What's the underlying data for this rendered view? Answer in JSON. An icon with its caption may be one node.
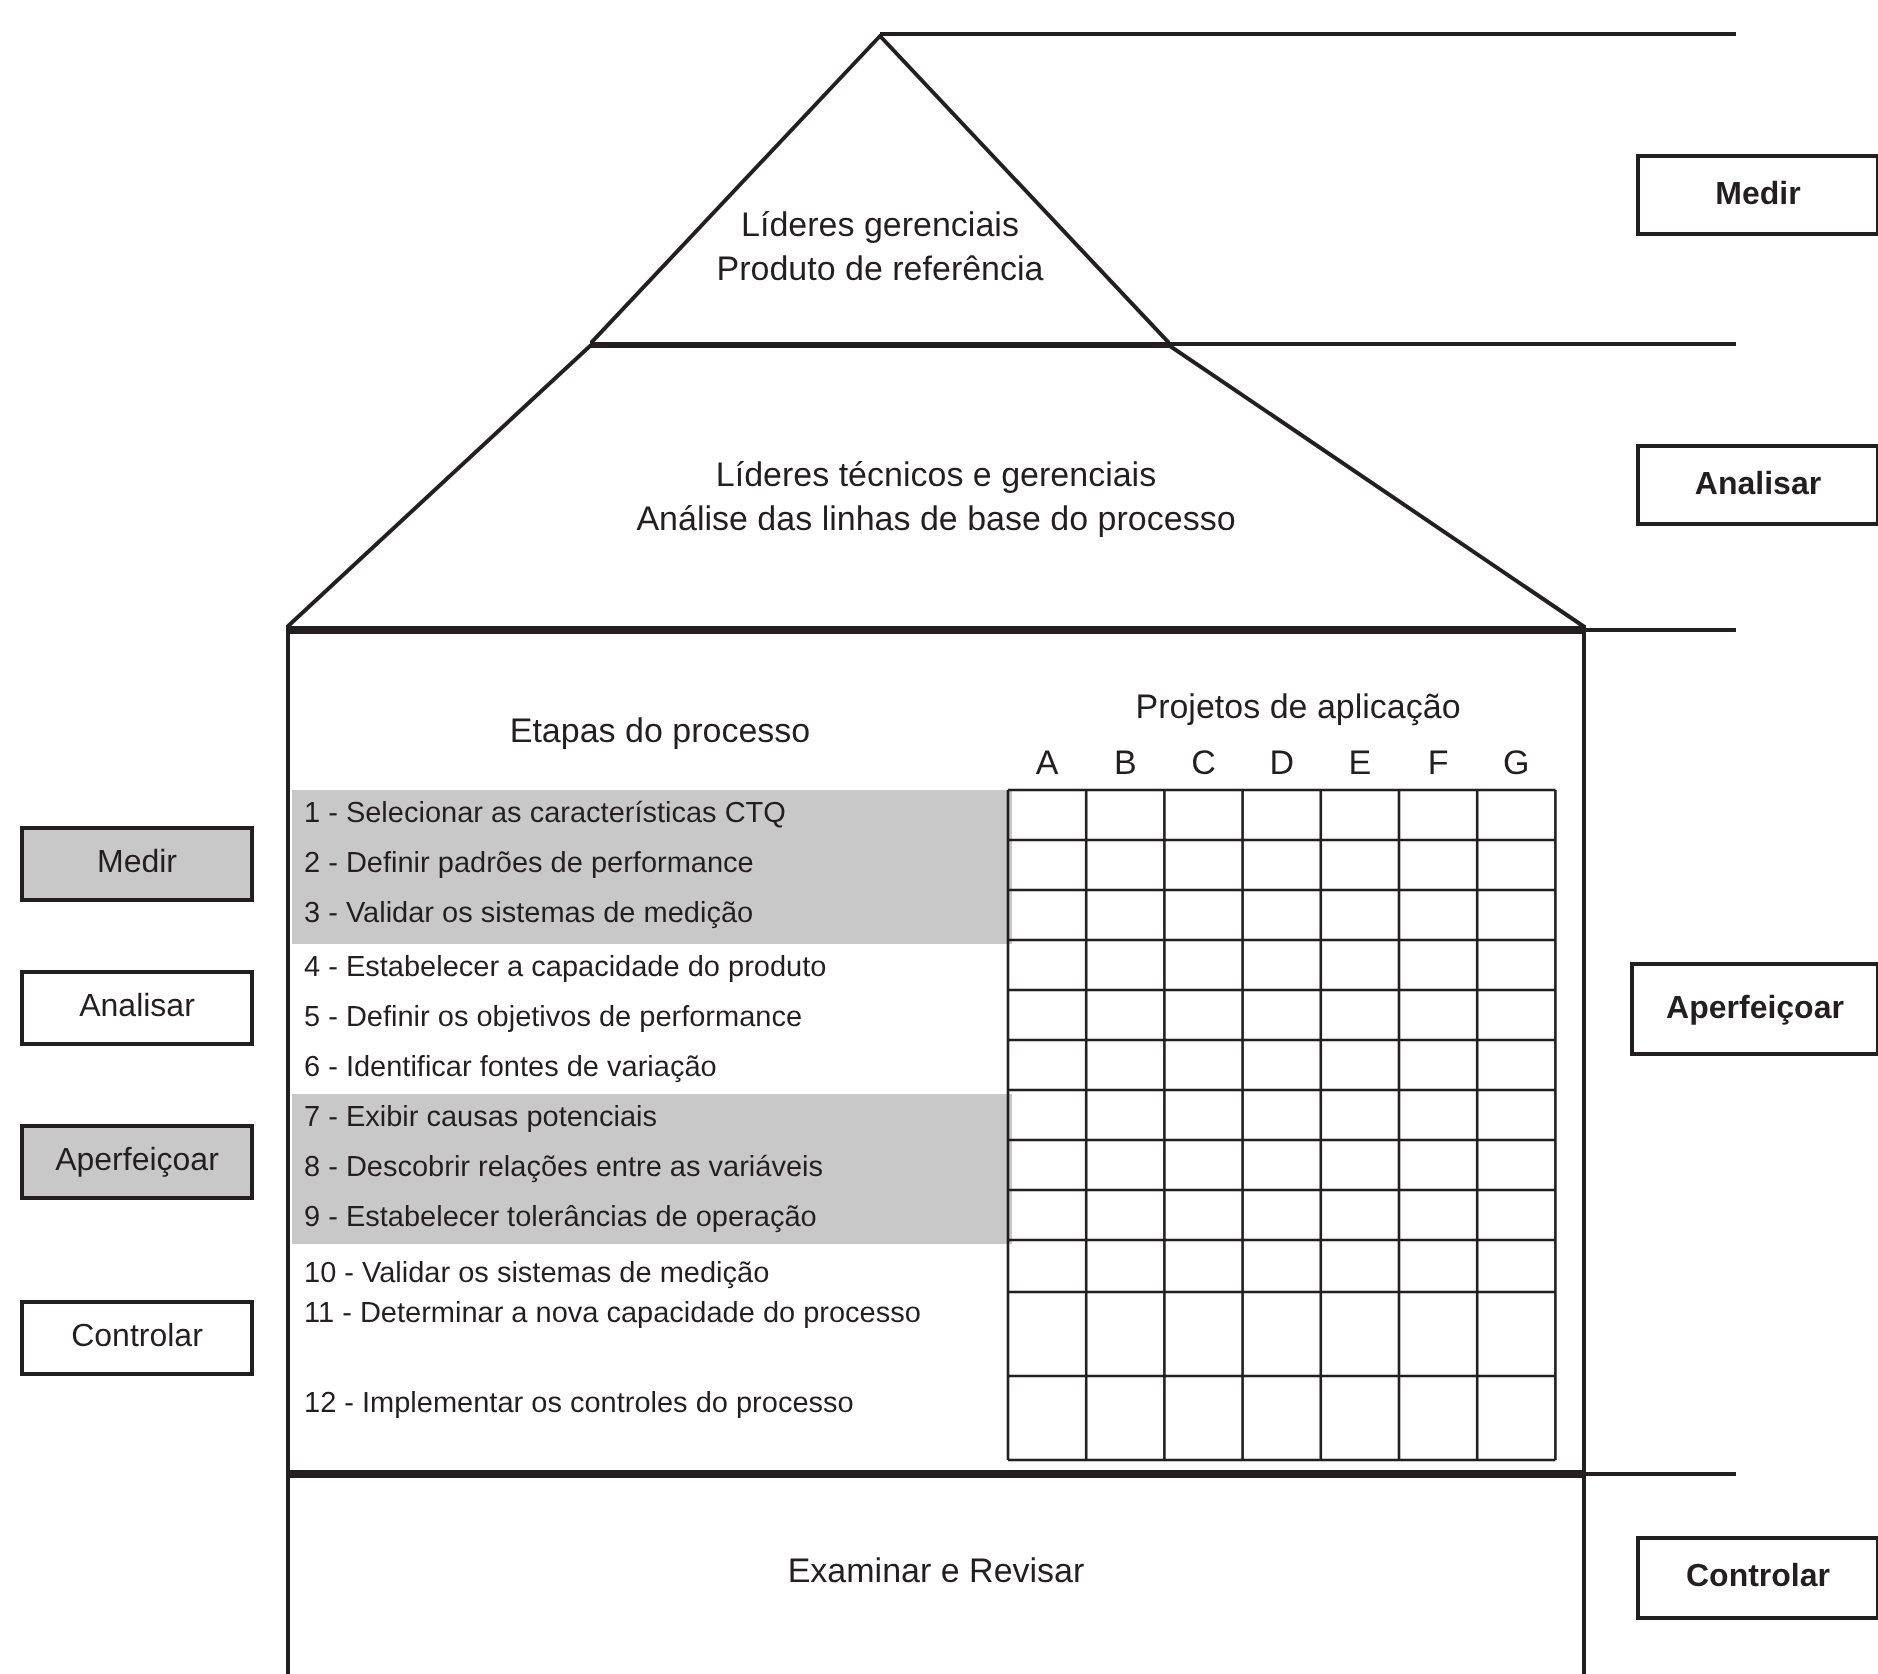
{
  "diagram": {
    "nodes": [
      {
        "text": [
          "Líderes gerenciais",
          "Produto de referência"
        ]
      },
      {
        "text": [
          "Líderes técnicos e gerenciais",
          "Análise das linhas de base do processo"
        ]
      },
      {
        "text": [
          "Etapas do processo",
          "Projetos de aplicação"
        ]
      },
      {
        "text": [
          "1 - Selecionar as características CTQ",
          "2 - Definir padrões de performance",
          "3 - Validar os sistemas de medição"
        ],
        "in": 2
      },
      {
        "text": [
          "4 - Estabelecer a capacidade do produto",
          "5 - Definir os objetivos de performance",
          "6 - Identificar fontes de variação"
        ],
        "in": 2
      },
      {
        "text": [
          "7 - Exibir causas potenciais",
          "8 - Descobrir relações entre as variáveis",
          "9 - Estabelecer tolerâncias de operação"
        ],
        "in": 2
      },
      {
        "text": [
          "10 - Validar os sistemas de medição",
          "11 - Determinar a nova capacidade do processo",
          "12 - Implementar os controles do processo"
        ],
        "in": 2
      },
      {
        "text": [
          "Examinar e Revisar"
        ]
      },
      {
        "text": [
          "Medir"
        ]
      },
      {
        "text": [
          "Analisar"
        ]
      },
      {
        "text": [
          "Aperfeiçoar"
        ]
      },
      {
        "text": [
          "Controlar"
        ]
      },
      {
        "text": [
          "Medir"
        ]
      },
      {
        "text": [
          "Analisar"
        ]
      },
      {
        "text": [
          "Aperfeiçoar"
        ]
      },
      {
        "text": [
          "Controlar"
        ]
      }
    ],
    "labels": [
      "A",
      "B",
      "C",
      "D",
      "E",
      "F",
      "G"
    ]
  }
}
